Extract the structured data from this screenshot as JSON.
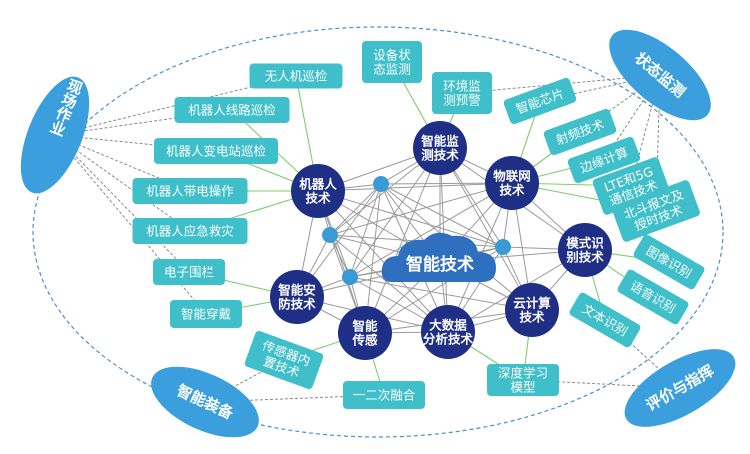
{
  "title": "智能技术",
  "colors": {
    "teal": "#3fbfc9",
    "navy": "#1f2f86",
    "ellipse": "#3a9fdc",
    "hub": "#2f6fbf",
    "dot": "#3a9ad6",
    "green": "#7ccf6a",
    "gray": "#9a9a9a",
    "dash": "#8a8a8a",
    "outer": "#4a90d0"
  },
  "scenarios": [
    {
      "label": "现场作业"
    },
    {
      "label": "状态监测"
    },
    {
      "label": "智能装备"
    },
    {
      "label": "评价与指挥"
    }
  ],
  "technologies": [
    {
      "lines": [
        "机器人",
        "技术"
      ]
    },
    {
      "lines": [
        "智能监",
        "测技术"
      ]
    },
    {
      "lines": [
        "物联网",
        "技术"
      ]
    },
    {
      "lines": [
        "模式识",
        "别技术"
      ]
    },
    {
      "lines": [
        "云计算",
        "技术"
      ]
    },
    {
      "lines": [
        "大数据",
        "分析技术"
      ]
    },
    {
      "lines": [
        "智能",
        "传感"
      ]
    },
    {
      "lines": [
        "智能安",
        "防技术"
      ]
    }
  ],
  "applications": [
    {
      "lines": [
        "无人机巡检"
      ]
    },
    {
      "lines": [
        "机器人线路巡检"
      ]
    },
    {
      "lines": [
        "机器人变电站巡检"
      ]
    },
    {
      "lines": [
        "机器人带电操作"
      ]
    },
    {
      "lines": [
        "机器人应急救灾"
      ]
    },
    {
      "lines": [
        "电子围栏"
      ]
    },
    {
      "lines": [
        "智能穿戴"
      ]
    },
    {
      "lines": [
        "设备状",
        "态监测"
      ]
    },
    {
      "lines": [
        "环境监",
        "测预警"
      ]
    },
    {
      "lines": [
        "智能芯片"
      ]
    },
    {
      "lines": [
        "射频技术"
      ]
    },
    {
      "lines": [
        "边缘计算"
      ]
    },
    {
      "lines": [
        "LTE和5G",
        "通信技术"
      ]
    },
    {
      "lines": [
        "北斗报文及",
        "授时技术"
      ]
    },
    {
      "lines": [
        "图像识别"
      ]
    },
    {
      "lines": [
        "语音识别"
      ]
    },
    {
      "lines": [
        "文本识别"
      ]
    },
    {
      "lines": [
        "传感器内",
        "置技术"
      ]
    },
    {
      "lines": [
        "一二次融合"
      ]
    },
    {
      "lines": [
        "深度学习",
        "模型"
      ]
    }
  ]
}
